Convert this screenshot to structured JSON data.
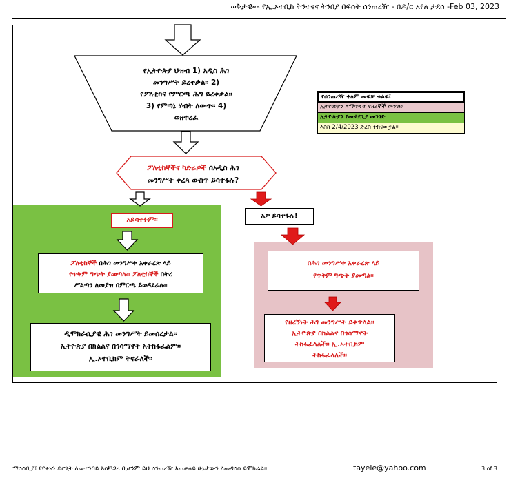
{
  "header": {
    "title": "ወቅታዊው የኢ.ኦተቢከ ትንተናና ትንበያ በፍሰት ሰንጠረዥ - በዶ/ር አየለ ታደሰ -Feb 03, 2023"
  },
  "flow": {
    "trapezoid_lines": [
      "የኢትዮጵያ ህዝብ 1) አዲስ ሕገ",
      "መንግሥት ይረቀቃል፡፡ 2)",
      "የፖለቲከና የምርጫ ሕግ ይረቀቃል፡፡",
      "3) የምጣኔ ሃብት ለውጥ፡፡ 4)",
      "ወዘተረፈ"
    ],
    "question": {
      "part_red": "ፖለቲከኞችና ካድሬዎች",
      "part_black": " በአዲስ ሕገ",
      "line2": "መንግሥት ቀረጻ ውስጥ ይሳተፋሉ?"
    },
    "no_label": "አይሳተፉም፡፡",
    "yes_label": "አዎ ይሳተፋሉ!",
    "no_box1": {
      "l1_red": "ፖለቲከኞች",
      "l1_black": " በሕገ መንግሥቱ አቀራረጽ ላይ",
      "l2_red": "የጥቅም ግጭት ያመጣሉ፡፡ ፖለቲከኞች",
      "l2_black": " በትረ",
      "l3": "ሥልጣን ለመያዝ በምርጫ ይወዳደራሉ፡፡"
    },
    "no_box2_lines": [
      "ዲሞክራሲያዊ ሕገ መንግሥት ይመሰረታል፡፡",
      "ኢትዮጵያ በክልልና በጎሳማኖት አትከፋፈልም፡፡",
      "ኢ.ኦተቢክም ትኖራለች፡፡"
    ],
    "yes_box1_lines": [
      "በሕገ መንግሥቱ አቀራረጽ ላይ",
      "የጥቅም ግጭት ያመጣል፡፡"
    ],
    "yes_box2_lines": [
      "የዘረኝነት ሕገ መንግሥት ይቀጥላል፡፡",
      "ኢትዮጵያ በክልልና በጎሳማኖት",
      "ትከፋፈላለች፡፡ ኢ.ኦተቢክም",
      "ትከፋፈላለች፡፡"
    ]
  },
  "legend": {
    "title": "የሰንጠረዥ ቀለም መፍቻ ቁልፍ፤",
    "rows": [
      "ኢትዮጵያን ለማጥፋት የዘረኞች መንገድ",
      "ኢትዮጵያን የመታደጊያ መንገድ",
      "እስከ 2/4/2023 ድረስ ተከናውኗል፡፡"
    ]
  },
  "colors": {
    "green": "#7ac143",
    "pink": "#e7c3c7",
    "red": "#d81b1b"
  },
  "footer": {
    "text": "ማሳሰቢያ፤ የየቀኑን ድርጊት ለመተንበይ አስቸጋሪ ቢሆንም ይህ ሰንጠረዥ አጠቃላይ ሁኔታውን ለመዳሰስ ይሞክራል፡፡",
    "email": "tayele@yahoo.com",
    "page": "3 of 3"
  }
}
